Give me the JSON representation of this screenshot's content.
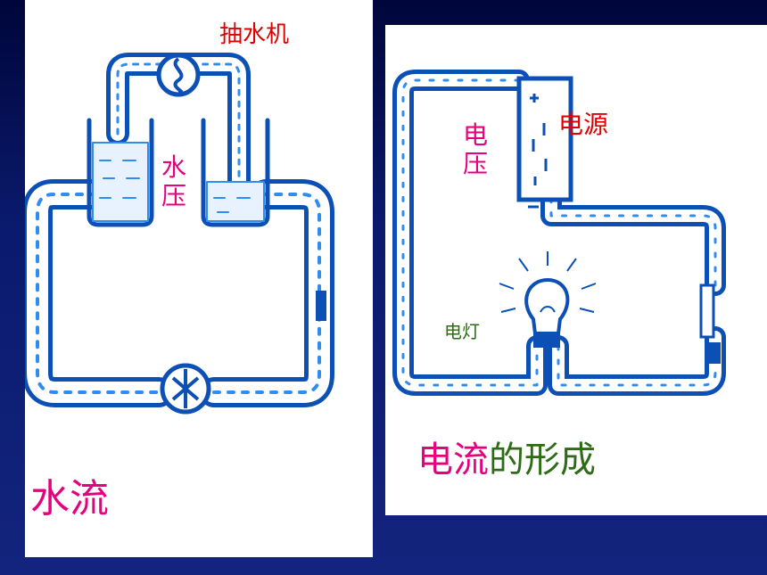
{
  "left": {
    "pump_label": "抽水机",
    "pressure_label": "水压",
    "flow_label": "水流"
  },
  "right": {
    "voltage_label": "电压",
    "source_label": "电源",
    "lamp_label": "电灯",
    "title_part1": "电流",
    "title_part2": "的形成"
  },
  "colors": {
    "background": "#0a1a6e",
    "pipe_blue": "#2f8cf0",
    "pipe_dark": "#0c4fb5",
    "magenta": "#e6007e",
    "red": "#e00000",
    "green": "#2e6b16"
  }
}
